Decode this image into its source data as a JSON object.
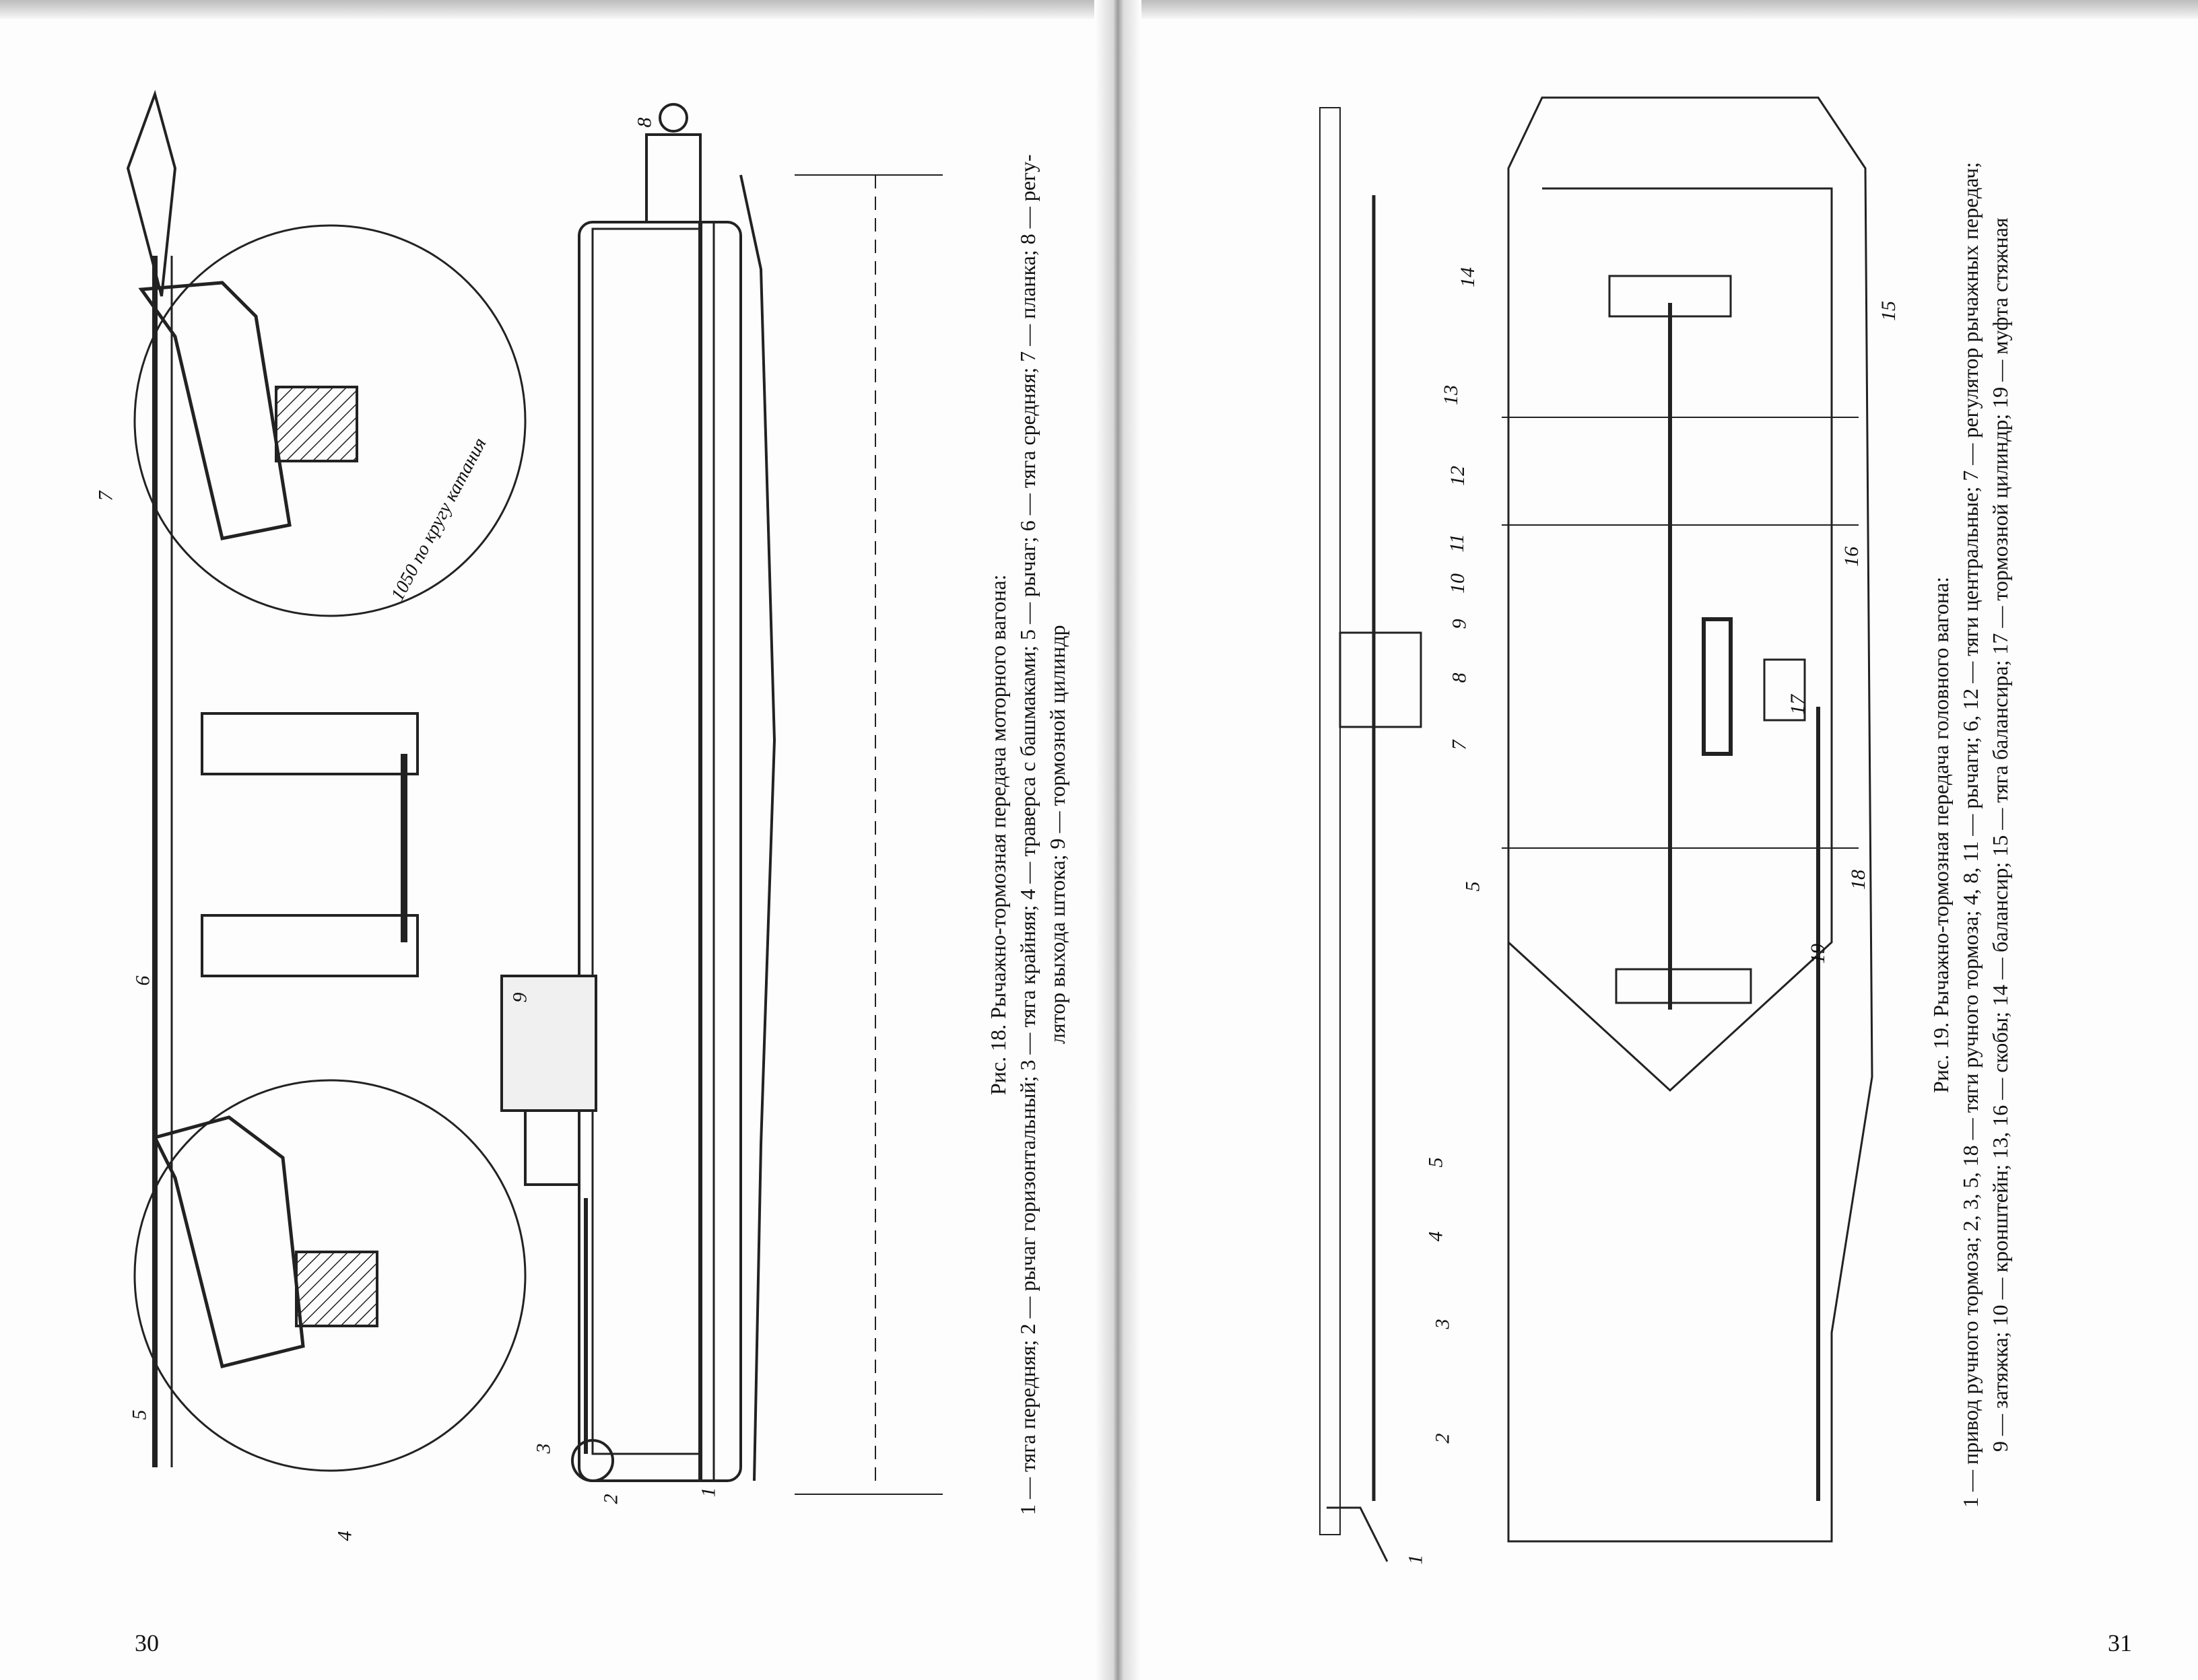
{
  "left_page": {
    "page_number": "30",
    "figure": {
      "title": "Рис. 18. Рычажно-тормозная передача моторного вагона:",
      "legend_lines": [
        "1 — тяга передняя; 2 — рычаг горизонтальный; 3 — тяга крайняя; 4 — траверса с башмаками; 5 — рычаг; 6 — тяга средняя; 7 — планка; 8 — регу-",
        "лятор выхода штока; 9 — тормозной цилиндр"
      ],
      "dimension_label": "1050 по кругу катания",
      "callouts": [
        "1",
        "2",
        "3",
        "4",
        "5",
        "6",
        "7",
        "8",
        "9"
      ]
    }
  },
  "right_page": {
    "page_number": "31",
    "figure": {
      "title": "Рис. 19. Рычажно-тормозная передача головного вагона:",
      "legend_lines": [
        "1 — привод ручного тормоза; 2, 3, 5, 18 — тяги ручного тормоза; 4, 8, 11 — рычаги; 6, 12 — тяги центральные; 7 — регулятор рычажных передач;",
        "9 — затяжка; 10 — кронштейн; 13, 16 — скобы; 14 — балансир; 15 — тяга балансира; 17 — тормозной цилиндр; 19 — муфта стяжная"
      ],
      "callouts": [
        "1",
        "2",
        "3",
        "4",
        "5",
        "7",
        "8",
        "9",
        "10",
        "11",
        "12",
        "13",
        "14",
        "15",
        "16",
        "17",
        "18",
        "19"
      ]
    }
  }
}
